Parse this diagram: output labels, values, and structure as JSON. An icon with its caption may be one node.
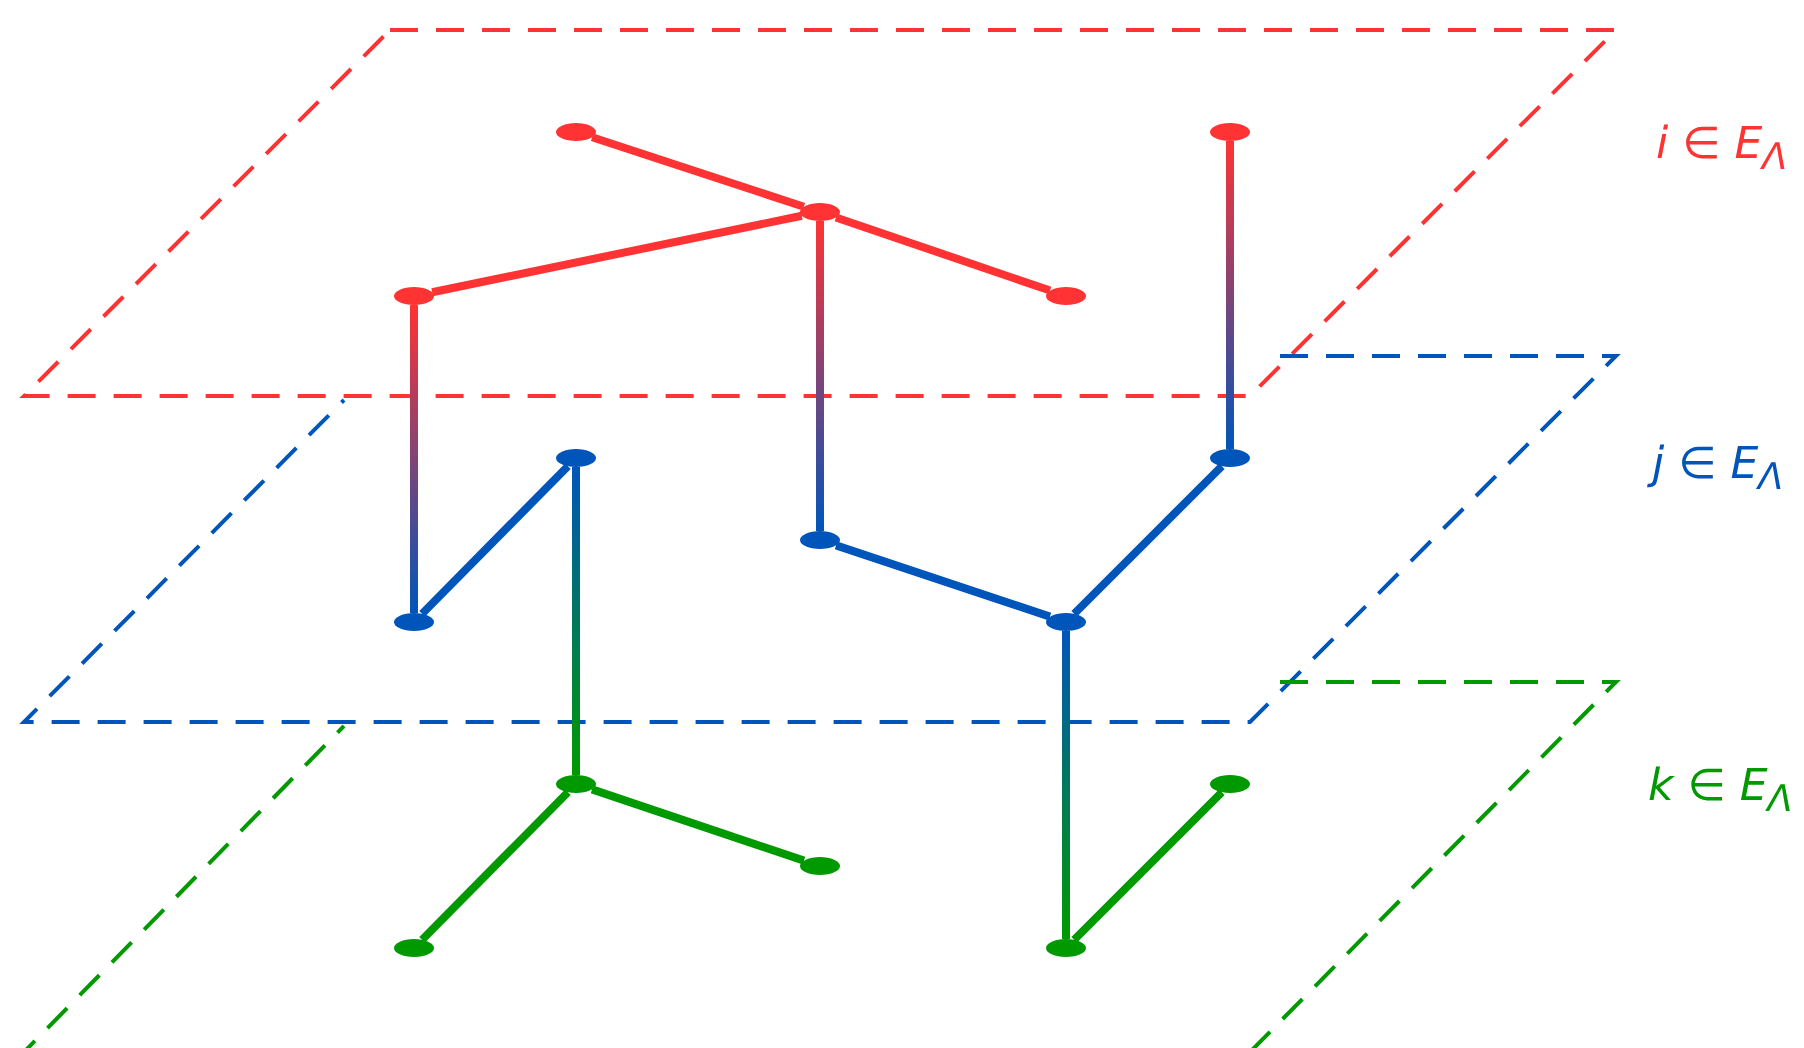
{
  "diagram": {
    "nodes": [
      {
        "text": [],
        "shape": "ellipse"
      },
      {
        "text": [],
        "shape": "ellipse"
      },
      {
        "text": [],
        "shape": "ellipse"
      },
      {
        "text": [],
        "shape": "ellipse"
      },
      {
        "text": [],
        "shape": "ellipse"
      },
      {
        "text": [],
        "shape": "ellipse"
      },
      {
        "text": [],
        "shape": "ellipse"
      },
      {
        "text": [],
        "shape": "ellipse"
      },
      {
        "text": [],
        "shape": "ellipse"
      },
      {
        "text": [],
        "shape": "ellipse"
      },
      {
        "text": [],
        "shape": "ellipse"
      },
      {
        "text": [],
        "shape": "ellipse"
      },
      {
        "text": [],
        "shape": "ellipse"
      },
      {
        "text": [],
        "shape": "ellipse"
      },
      {
        "text": [],
        "shape": "ellipse"
      }
    ],
    "edges": [
      {
        "from": 0,
        "to": 2,
        "arrow": "none",
        "color": "#ff3333"
      },
      {
        "from": 2,
        "to": 3,
        "arrow": "none",
        "color": "#ff3333"
      },
      {
        "from": 2,
        "to": 4,
        "arrow": "none",
        "color": "#ff3333"
      },
      {
        "from": 4,
        "to": 7,
        "arrow": "none",
        "color": "#ff3333"
      },
      {
        "from": 2,
        "to": 8,
        "arrow": "none",
        "color": "#ff3333"
      },
      {
        "from": 1,
        "to": 6,
        "arrow": "none",
        "color": "#ff3333"
      },
      {
        "from": 7,
        "to": 5,
        "arrow": "none",
        "color": "#0055bb"
      },
      {
        "from": 5,
        "to": 10,
        "arrow": "none",
        "color": "#0055bb"
      },
      {
        "from": 8,
        "to": 9,
        "arrow": "none",
        "color": "#0055bb"
      },
      {
        "from": 9,
        "to": 6,
        "arrow": "none",
        "color": "#0055bb"
      },
      {
        "from": 9,
        "to": 14,
        "arrow": "none",
        "color": "#0055bb"
      },
      {
        "from": 10,
        "to": 12,
        "arrow": "none",
        "color": "#009900"
      },
      {
        "from": 10,
        "to": 13,
        "arrow": "none",
        "color": "#009900"
      },
      {
        "from": 14,
        "to": 11,
        "arrow": "none",
        "color": "#009900"
      }
    ],
    "labels": [
      "i ∈ E$_{Λ}$",
      "j ∈ E$_{Λ}$",
      "k ∈ E$_{Λ}$"
    ]
  }
}
